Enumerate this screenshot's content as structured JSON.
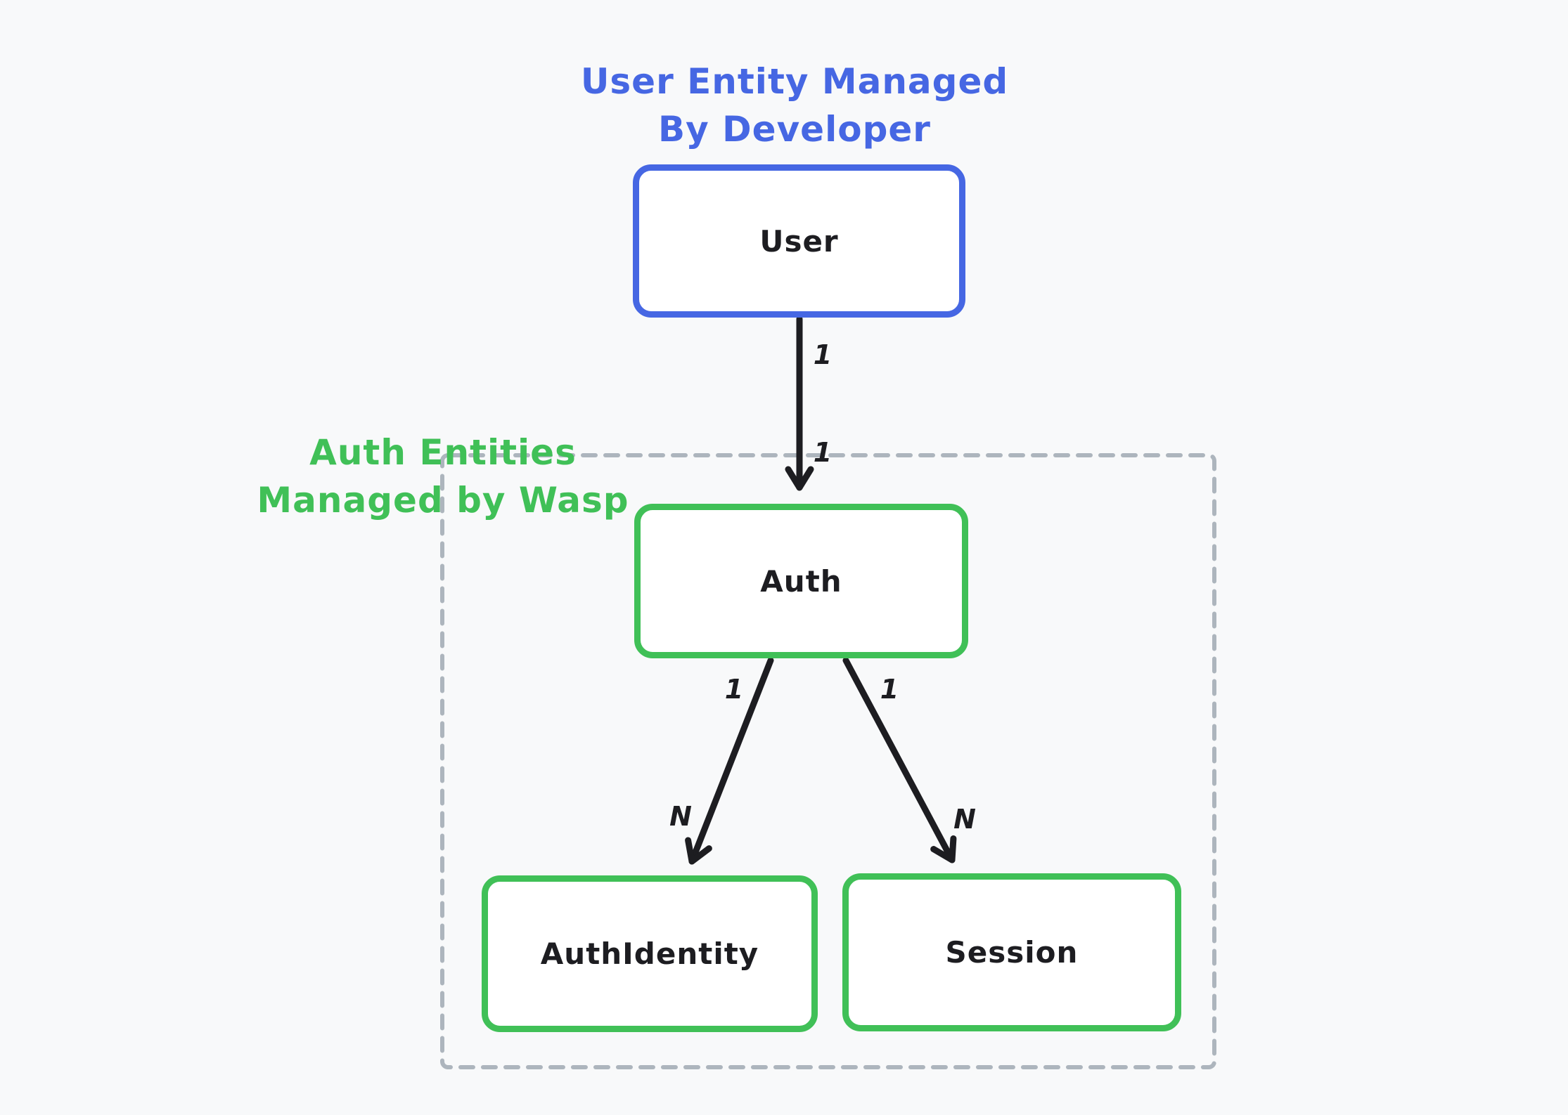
{
  "title": {
    "line1": "User Entity Managed",
    "line2": "By Developer"
  },
  "group_label": {
    "line1": "Auth Entities",
    "line2": "Managed by Wasp"
  },
  "nodes": {
    "user": {
      "label": "User"
    },
    "auth": {
      "label": "Auth"
    },
    "auth_identity": {
      "label": "AuthIdentity"
    },
    "session": {
      "label": "Session"
    }
  },
  "edges": [
    {
      "id": "user-auth",
      "from": "User",
      "to": "Auth",
      "from_label": "1",
      "to_label": "1"
    },
    {
      "id": "auth-authidentity",
      "from": "Auth",
      "to": "AuthIdentity",
      "from_label": "1",
      "to_label": "N"
    },
    {
      "id": "auth-session",
      "from": "Auth",
      "to": "Session",
      "from_label": "1",
      "to_label": "N"
    }
  ],
  "colors": {
    "blue": "#4667e3",
    "green": "#40c057",
    "ink": "#1d1d21",
    "dashed_border": "#adb5bd",
    "background": "#f8f9fa",
    "node_fill": "#ffffff"
  }
}
